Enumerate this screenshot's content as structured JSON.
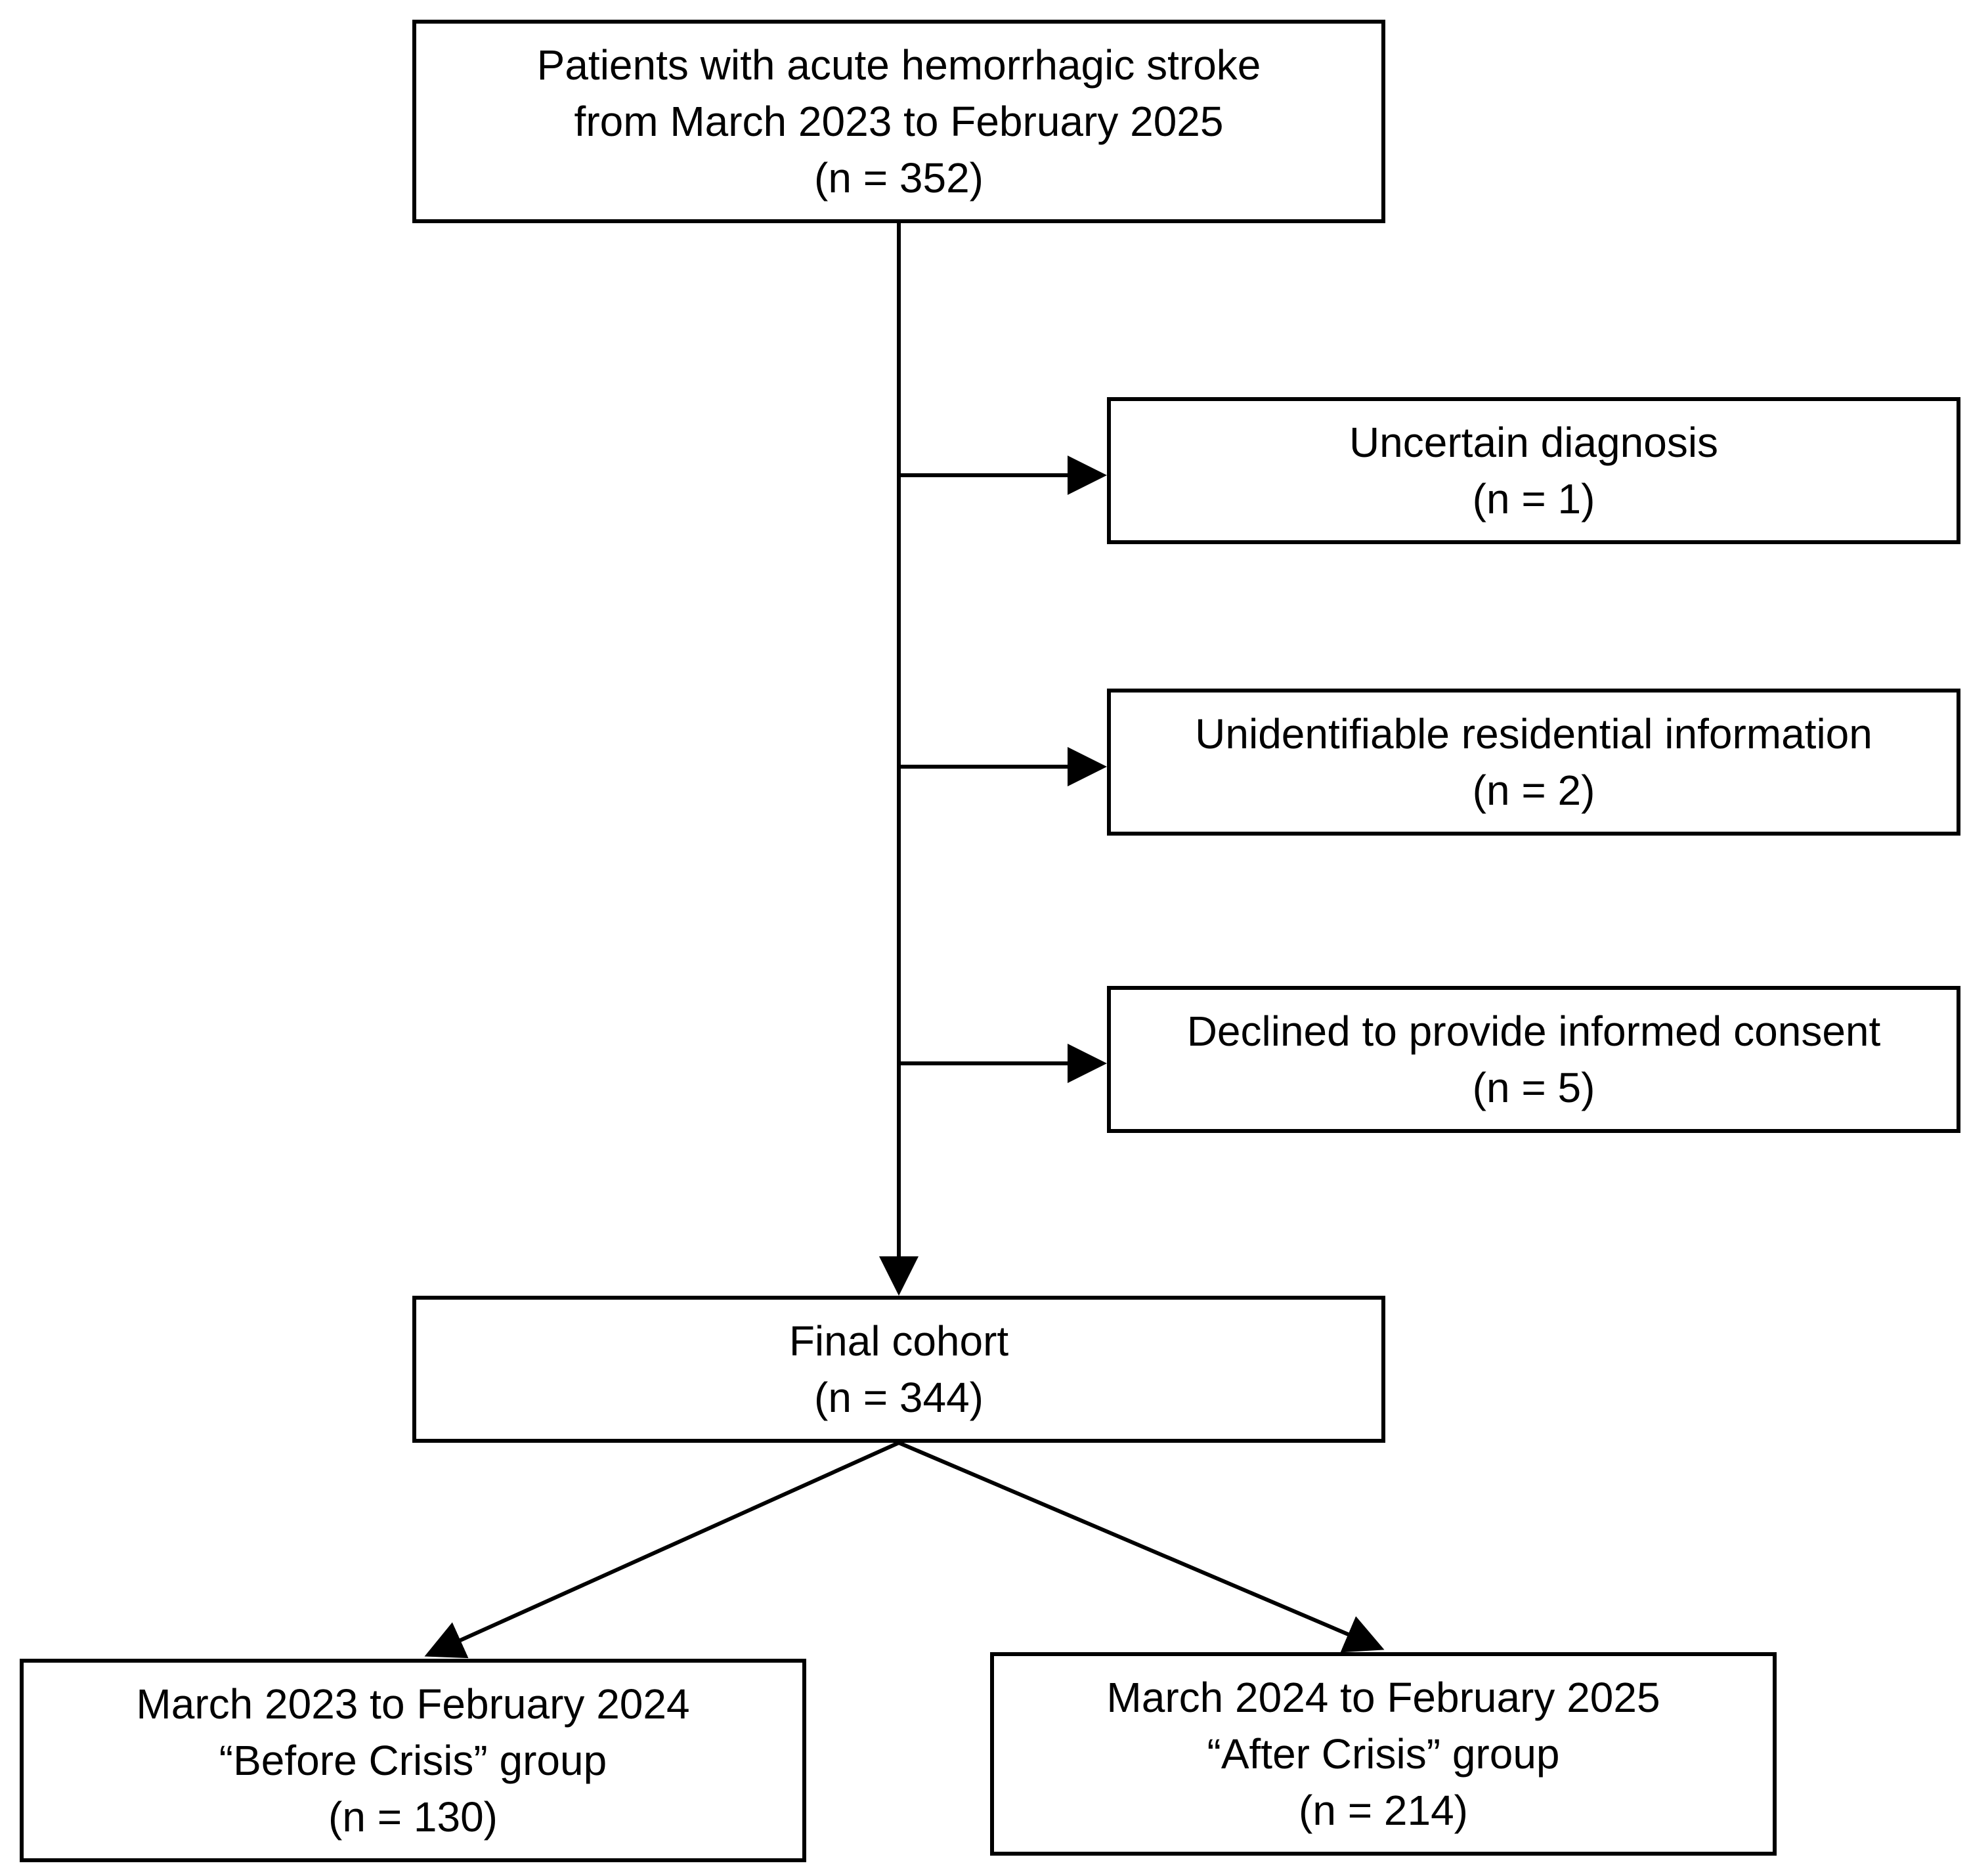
{
  "flowchart": {
    "source": {
      "line1": "Patients with acute hemorrhagic stroke",
      "line2": "from March 2023 to February 2025",
      "count": "(n = 352)"
    },
    "exclusions": [
      {
        "label": "Uncertain diagnosis",
        "count": "(n = 1)"
      },
      {
        "label": "Unidentifiable residential information",
        "count": "(n = 2)"
      },
      {
        "label": "Declined to provide informed consent",
        "count": "(n = 5)"
      }
    ],
    "final": {
      "label": "Final cohort",
      "count": "(n = 344)"
    },
    "groups": [
      {
        "period": "March 2023 to February 2024",
        "name": "“Before Crisis” group",
        "count": "(n = 130)"
      },
      {
        "period": "March 2024 to February 2025",
        "name": "“After Crisis” group",
        "count": "(n = 214)"
      }
    ]
  },
  "colors": {
    "line": "#000000",
    "box_border": "#000000",
    "background": "#ffffff"
  }
}
